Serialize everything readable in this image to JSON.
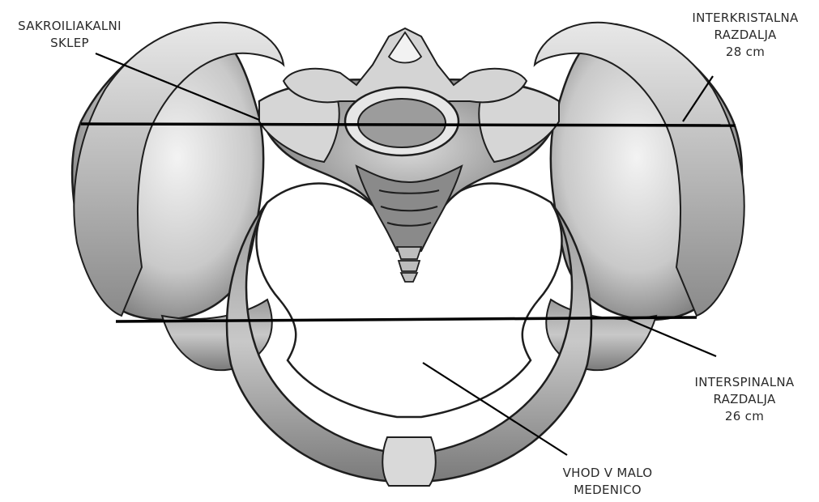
{
  "labels": {
    "sacroiliac": {
      "line1": "SAKROILIAKALNI",
      "line2": "SKLEP"
    },
    "intercrestal": {
      "line1": "INTERKRISTALNA",
      "line2": "RAZDALJA",
      "line3": "28 cm"
    },
    "interspinal": {
      "line1": "INTERSPINALNA",
      "line2": "RAZDALJA",
      "line3": "26 cm"
    },
    "pelvic_inlet": {
      "line1": "VHOD V MALO",
      "line2": "MEDENICO"
    }
  },
  "colors": {
    "bone_light": "#f2f2f2",
    "bone_mid": "#bdbdbd",
    "bone_dark": "#4a4a4a",
    "outline": "#1e1e1e"
  }
}
